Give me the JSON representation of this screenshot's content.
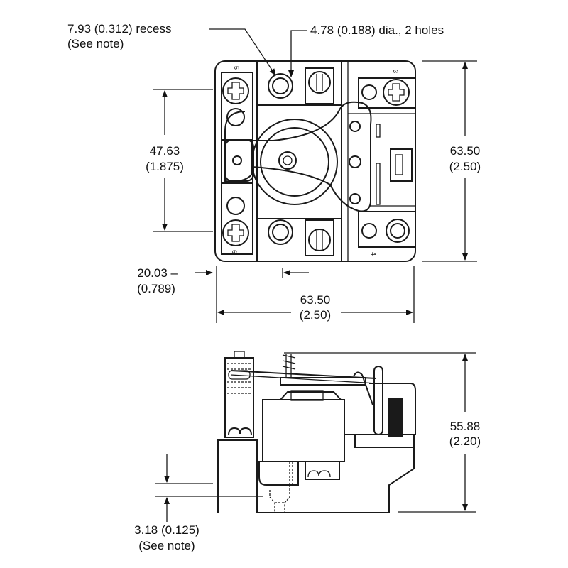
{
  "top_view": {
    "recess_label": "7.93 (0.312) recess",
    "recess_note": "(See note)",
    "holes_label": "4.78 (0.188) dia., 2 holes",
    "height_dim_mm": "47.63",
    "height_dim_in": "(1.875)",
    "overall_height_mm": "63.50",
    "overall_height_in": "(2.50)",
    "offset_dim_mm": "20.03 –",
    "offset_dim_in": "(0.789)",
    "overall_width_mm": "63.50",
    "overall_width_in": "(2.50)",
    "terminals": [
      "5",
      "3",
      "6",
      "4"
    ]
  },
  "side_view": {
    "height_dim_mm": "55.88",
    "height_dim_in": "(2.20)",
    "recess_depth": "3.18 (0.125)",
    "recess_note": "(See note)"
  }
}
